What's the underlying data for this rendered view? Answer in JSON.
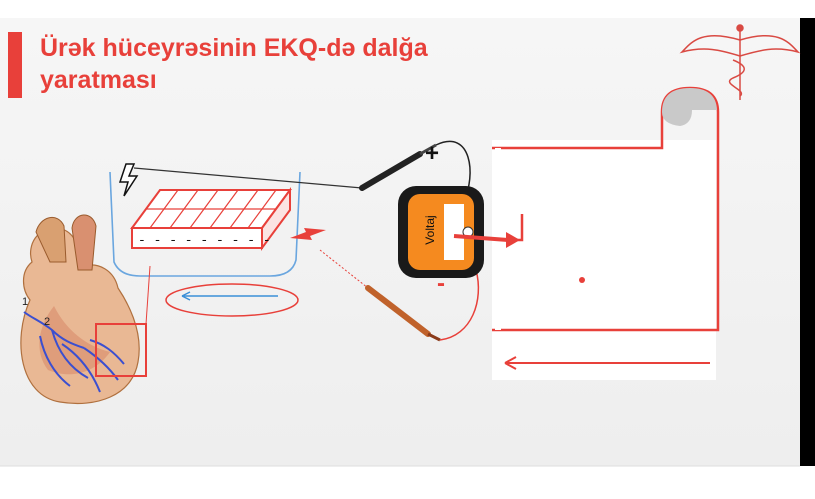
{
  "title": {
    "line1": "Ürək hüceyrəsinin EKQ-də dalğa",
    "line2": "yaratması"
  },
  "voltmeter": {
    "label": "Voltaj",
    "plus_sign": "+",
    "minus_sign": "-"
  },
  "heart": {
    "label_1": "1",
    "label_2": "2"
  },
  "cell_charges": "- - - - - - - - -",
  "colors": {
    "accent": "#e8403a",
    "voltmeter_body": "#f58a1f",
    "arrow_blue": "#3a8fd8",
    "heart_blue": "#3b4fd0"
  },
  "icons": [
    "caduceus-logo-icon",
    "lightning-icon",
    "electrode-probe-icon"
  ]
}
